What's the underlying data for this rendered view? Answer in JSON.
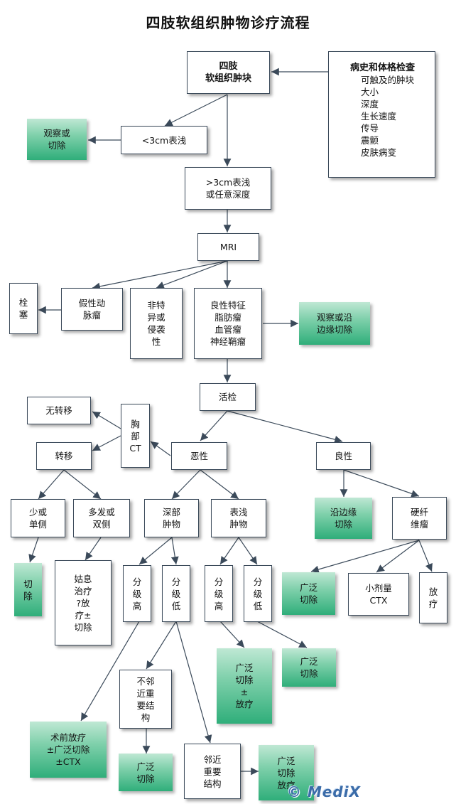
{
  "title": "四肢软组织肿物诊疗流程",
  "nodes": {
    "mass": "四肢\n软组织肿块",
    "history": {
      "title": "病史和体格检查",
      "items": [
        "可触及的肿块",
        "大小",
        "深度",
        "生长速度",
        "传导",
        "震颤",
        "皮肤病变"
      ]
    },
    "lt3cm": "<3cm表浅",
    "observe_excise": "观察或\n切除",
    "gt3cm": ">3cm表浅\n或任意深度",
    "mri": "MRI",
    "embolize": "栓\n塞",
    "pseudoaneurysm": "假性动\n脉瘤",
    "nonspecific": "非特\n异或\n侵袭\n性",
    "benign_features": "良性特征\n脂肪瘤\n血管瘤\n神经鞘瘤",
    "observe_margin": "观察或沿\n边缘切除",
    "biopsy": "活检",
    "no_metastasis": "无转移",
    "chest_ct": "胸\n部\nCT",
    "malignant": "恶性",
    "benign": "良性",
    "metastasis": "转移",
    "single": "少或\n单侧",
    "multiple": "多发或\n双侧",
    "deep_tumor": "深部\n肿物",
    "superficial_tumor": "表浅\n肿物",
    "margin_excise": "沿边缘\n切除",
    "fibromatosis": "硬纤\n维瘤",
    "excise": "切\n除",
    "palliative": "姑息\n治疗\n?放\n疗±\n切除",
    "deep_high": "分\n级\n高",
    "deep_low": "分\n级\n低",
    "sup_high": "分\n级\n高",
    "sup_low": "分\n级\n低",
    "wide_excise_1": "广泛\n切除",
    "low_dose_ctx": "小剂量\nCTX",
    "radiotherapy": "放\n疗",
    "wide_excise_rt": "广泛\n切除\n±\n放疗",
    "wide_excise_2": "广泛\n切除",
    "not_adjacent": "不邻\n近重\n要结\n构",
    "preop_rt": "术前放疗\n±广泛切除\n±CTX",
    "wide_excise_3": "广泛\n切除",
    "adjacent": "邻近\n重要\n结构",
    "wide_excise_rt2": "广泛\n切除\n放疗"
  },
  "watermark": "© MediX",
  "colors": {
    "green_top": "#bfe8d4",
    "green_bottom": "#2fae7a",
    "line": "#3b4a5a"
  }
}
